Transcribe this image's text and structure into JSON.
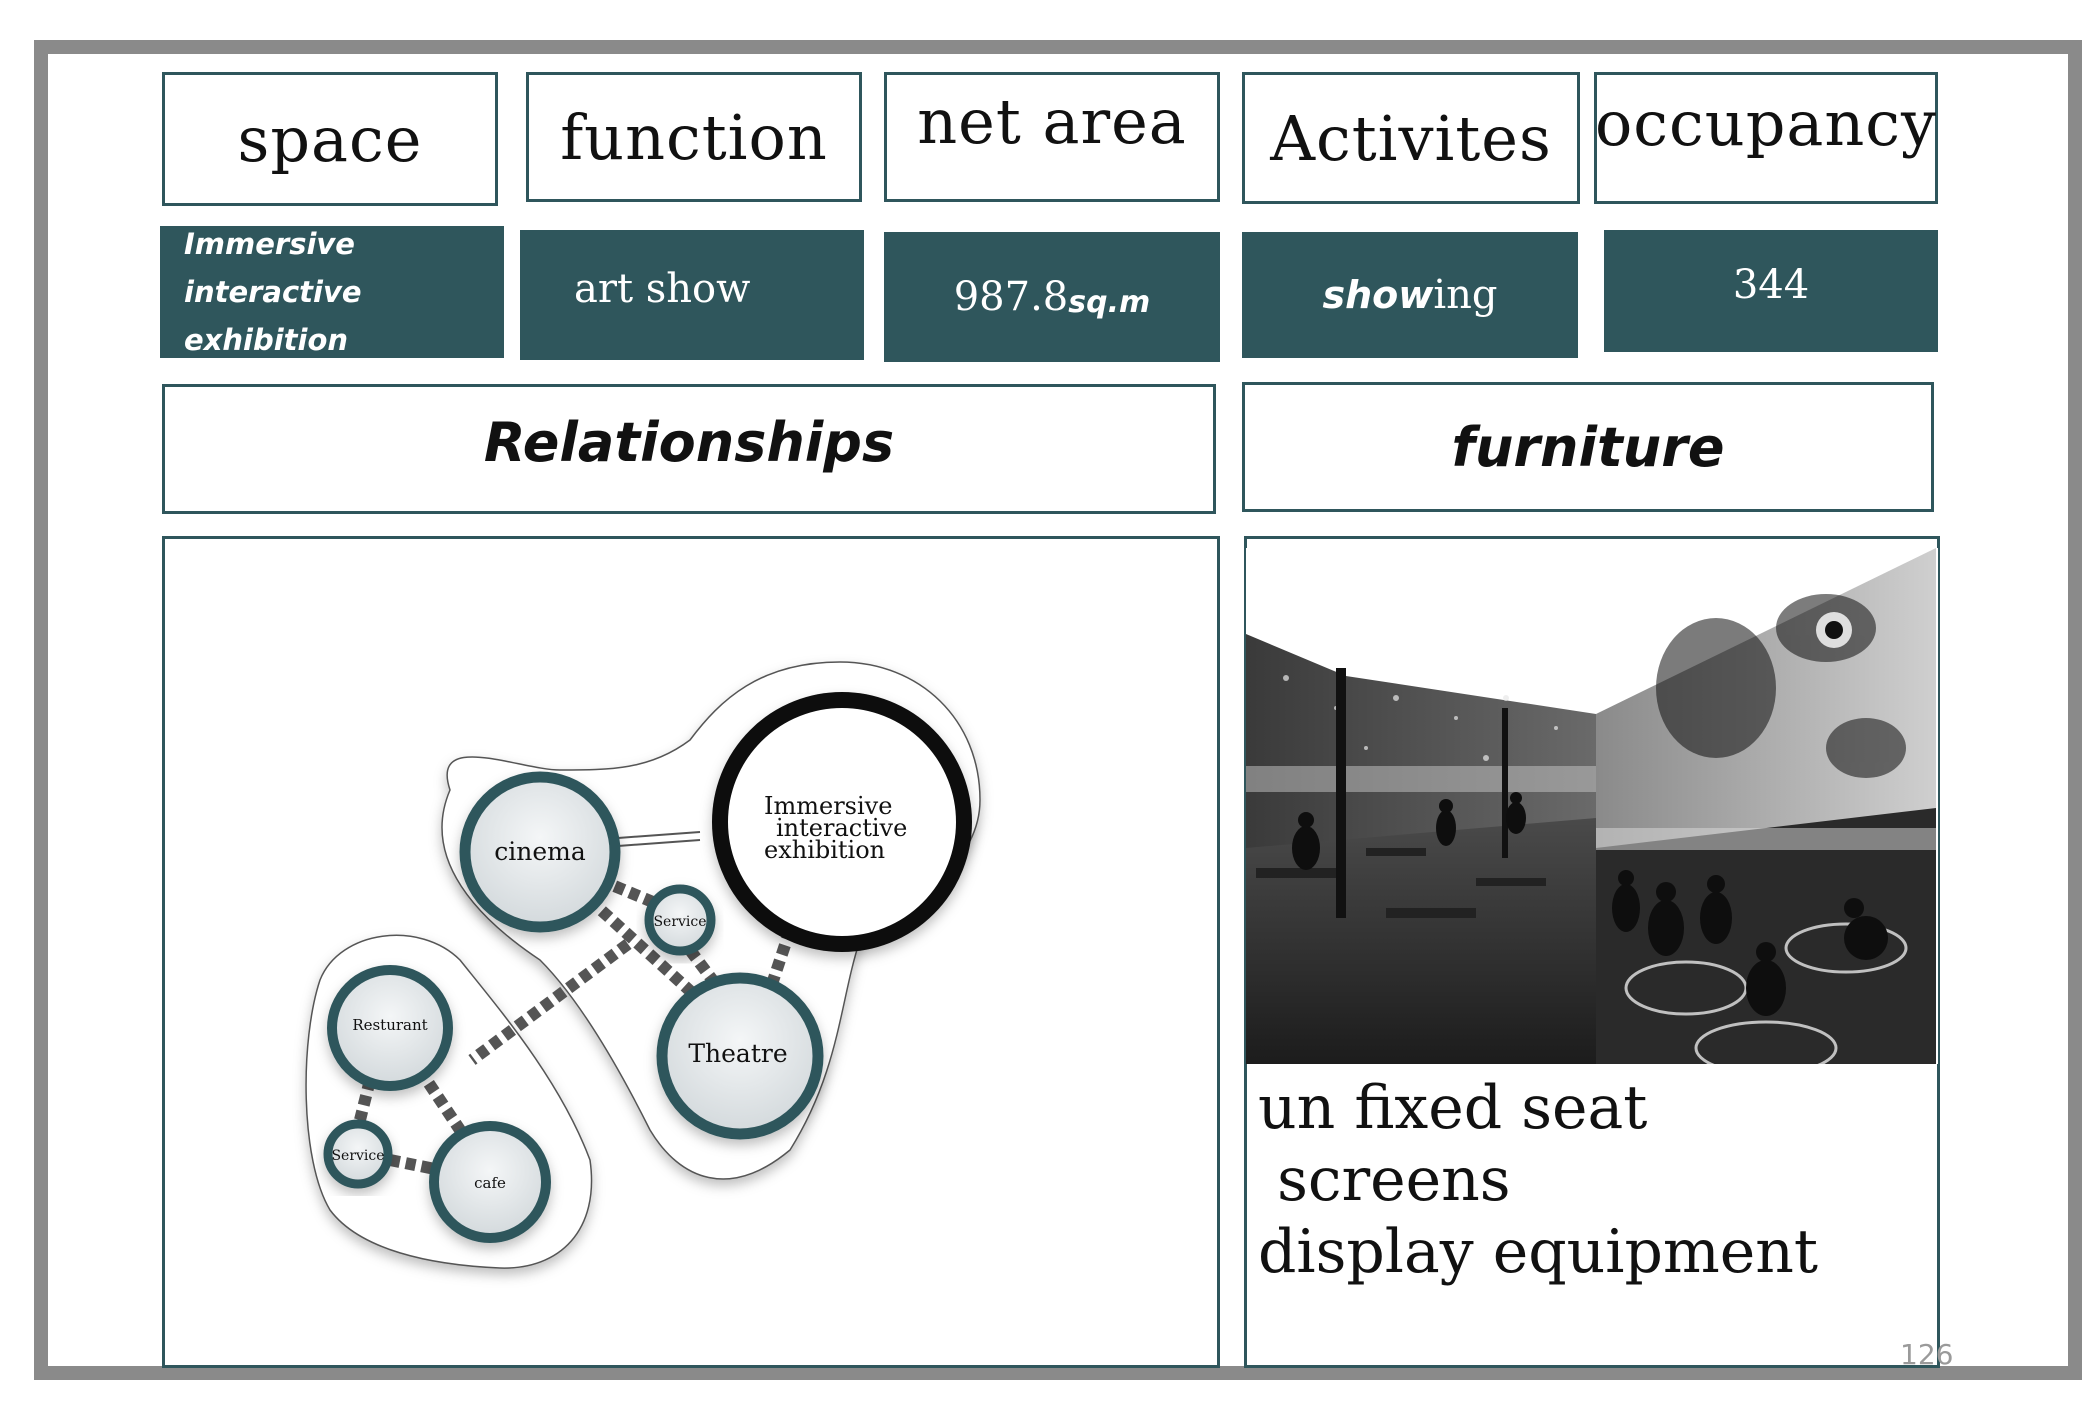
{
  "headers": {
    "space": "space",
    "function": "function",
    "net_area": "net area",
    "activities": "Activites",
    "occupancy": "occupancy"
  },
  "values": {
    "space_line1": "Immersive interactive",
    "space_line2": "exhibition",
    "function": "art show",
    "net_area_number": "987.8",
    "net_area_unit": "sq.m",
    "activities_bold": "show",
    "activities_rest": "ing",
    "occupancy": "344"
  },
  "sections": {
    "relationships": "Relationships",
    "furniture": "furniture"
  },
  "diagram": {
    "nodes": {
      "cinema": "cinema",
      "immersive_line1": "Immersive",
      "immersive_line2": "interactive",
      "immersive_line3": "exhibition",
      "service_top": "Service",
      "theatre": "Theatre",
      "restaurant": "Resturant",
      "service_bottom": "Service",
      "cafe": "cafe"
    }
  },
  "furniture_list": [
    "un fixed seat",
    " screens",
    "display equipment"
  ],
  "page_number": "126",
  "colors": {
    "accent": "#2f565c",
    "frame": "#8a8a8a",
    "link": "#555555"
  }
}
